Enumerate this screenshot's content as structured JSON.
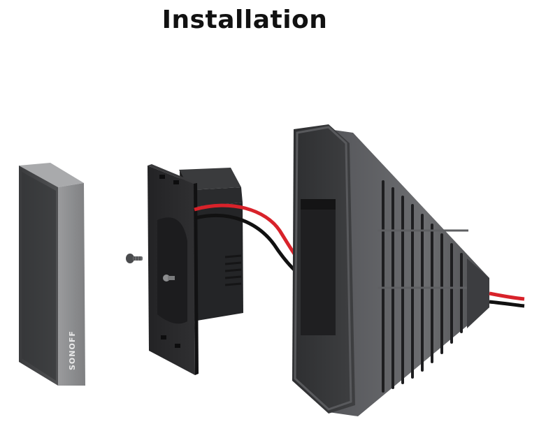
{
  "header": {
    "title": "Installation"
  },
  "product": {
    "brand_mark": "SONOFF",
    "parts": [
      "front-panel",
      "screw",
      "mounting-plate",
      "relay-module",
      "junction-box",
      "cable"
    ]
  },
  "colors": {
    "background": "#ffffff",
    "panel_gray": "#8a8b8d",
    "dark_body": "#2b2b2d",
    "wire_red": "#d8222a",
    "wire_black": "#111111"
  }
}
